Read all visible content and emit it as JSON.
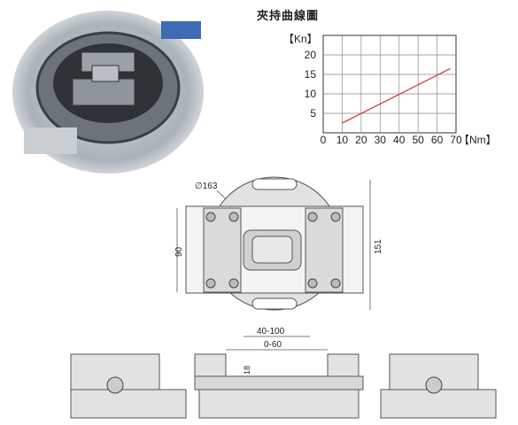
{
  "chart_data": {
    "type": "line",
    "title": "夾持曲線圖",
    "ylabel_unit": "【Kn】",
    "xlabel_unit": "【Nm】",
    "xlim": [
      0,
      70
    ],
    "ylim": [
      0,
      25
    ],
    "x_ticks": [
      "0",
      "10",
      "20",
      "30",
      "40",
      "50",
      "60",
      "70"
    ],
    "y_ticks": [
      "5",
      "10",
      "15",
      "20"
    ],
    "grid": true,
    "series": [
      {
        "color": "#d23a3a",
        "x": [
          10,
          67
        ],
        "y": [
          2.5,
          16.5
        ]
      }
    ]
  },
  "drawing": {
    "diameter_label": "∅163",
    "height_label": "151",
    "width_label": "90",
    "open_range_outer": "40-100",
    "open_range_inner": "0-60",
    "jaw_height": "18"
  },
  "colors": {
    "part_fill": "#e2e2e2",
    "part_stroke": "#555555",
    "line_color": "#d23a3a"
  }
}
